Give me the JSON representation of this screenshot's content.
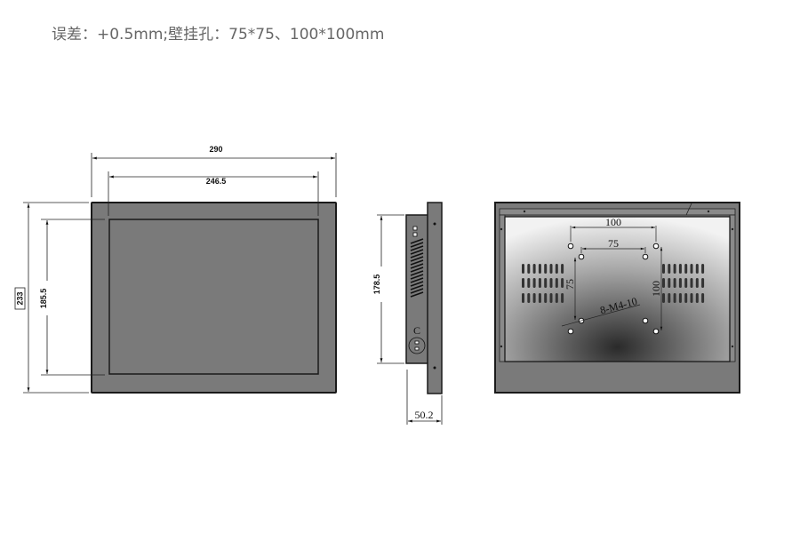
{
  "caption": "误差：+0.5mm;壁挂孔：75*75、100*100mm",
  "front_view": {
    "overall_width": "290",
    "screen_width": "246.5",
    "overall_height": "233",
    "screen_height": "185.5"
  },
  "side_view": {
    "body_height": "178.5",
    "depth": "50.2",
    "port_label": "C"
  },
  "back_view": {
    "outer_spacing_h": "100",
    "inner_spacing_h": "75",
    "inner_spacing_v": "75",
    "outer_spacing_v": "100",
    "screw_spec": "8-M4-10"
  },
  "colors": {
    "panel": "#7a7a7a",
    "outline": "#1a1a1a",
    "caption": "#666666"
  }
}
